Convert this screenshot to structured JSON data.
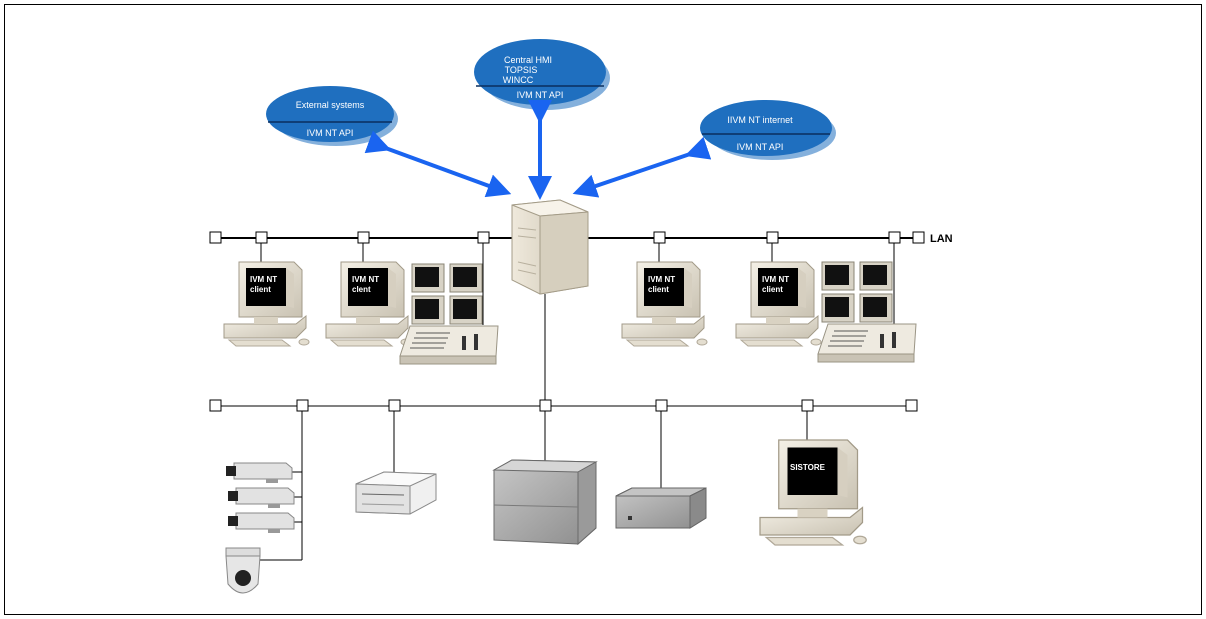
{
  "clouds": {
    "external": {
      "line1": "External systems",
      "api": "IVM NT API"
    },
    "central": {
      "line1": "Central HMI",
      "line2": "TOPSIS",
      "line3": "WINCC",
      "api": "IVM NT API"
    },
    "internet": {
      "line1": "IIVM NT internet",
      "api": "IVM NT API"
    }
  },
  "lan_label": "LAN",
  "clients": {
    "c1_line1": "IVM NT",
    "c1_line2": "client",
    "c2_line1": "IVM NT",
    "c2_line2": "clent",
    "c3_line1": "IVM NT",
    "c3_line2": "client",
    "c4_line1": "IVM NT",
    "c4_line2": "client"
  },
  "sistore_label": "SISTORE",
  "colors": {
    "cloud": "#1f6fbf",
    "arrow": "#1a64f0"
  }
}
